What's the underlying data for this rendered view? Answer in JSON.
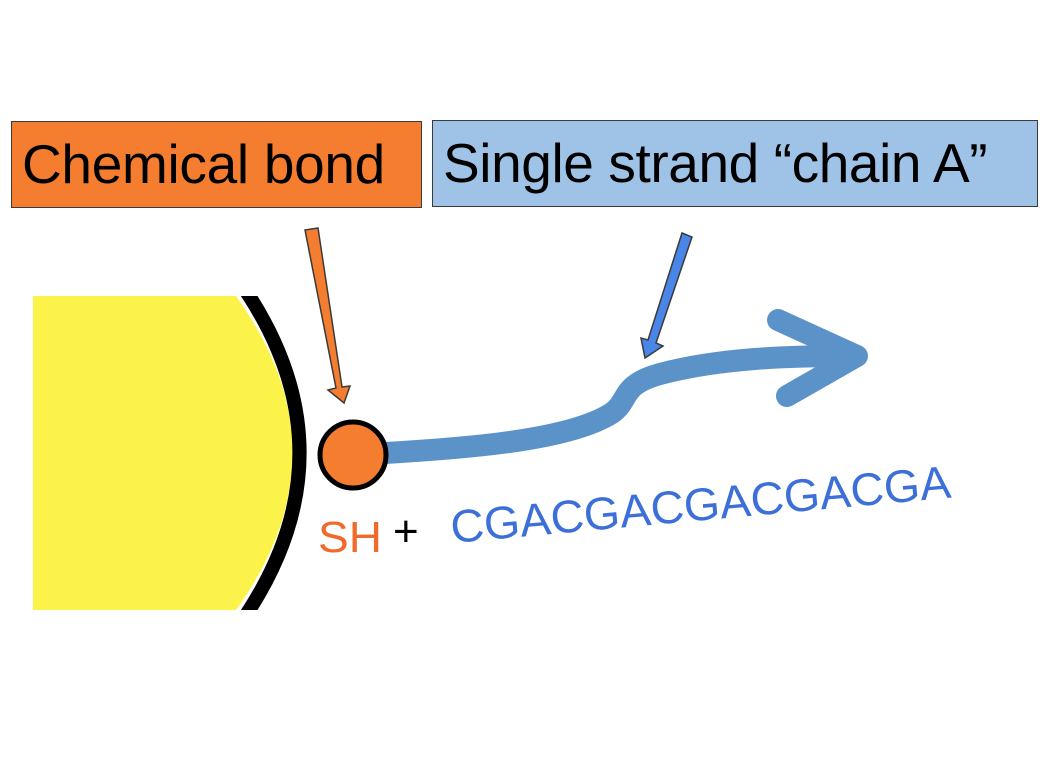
{
  "labels": {
    "chemical_bond": "Chemical bond",
    "single_strand": "Single strand “chain A”"
  },
  "molecule": {
    "thiol_group": "SH",
    "plus_sign": "+",
    "sequence": "CGACGACGACGACGA"
  },
  "colors": {
    "particle_fill": "#fcf34a",
    "particle_outline": "#000000",
    "bond_box": "#f57d30",
    "strand_box": "#9fc3e6",
    "bond_arrow": "#f57d30",
    "strand_pointer_arrow": "#4a86e8",
    "strand_chain": "#5b93c8",
    "thiol_text": "#f16a2a",
    "sequence_text": "#3d6fd9"
  }
}
